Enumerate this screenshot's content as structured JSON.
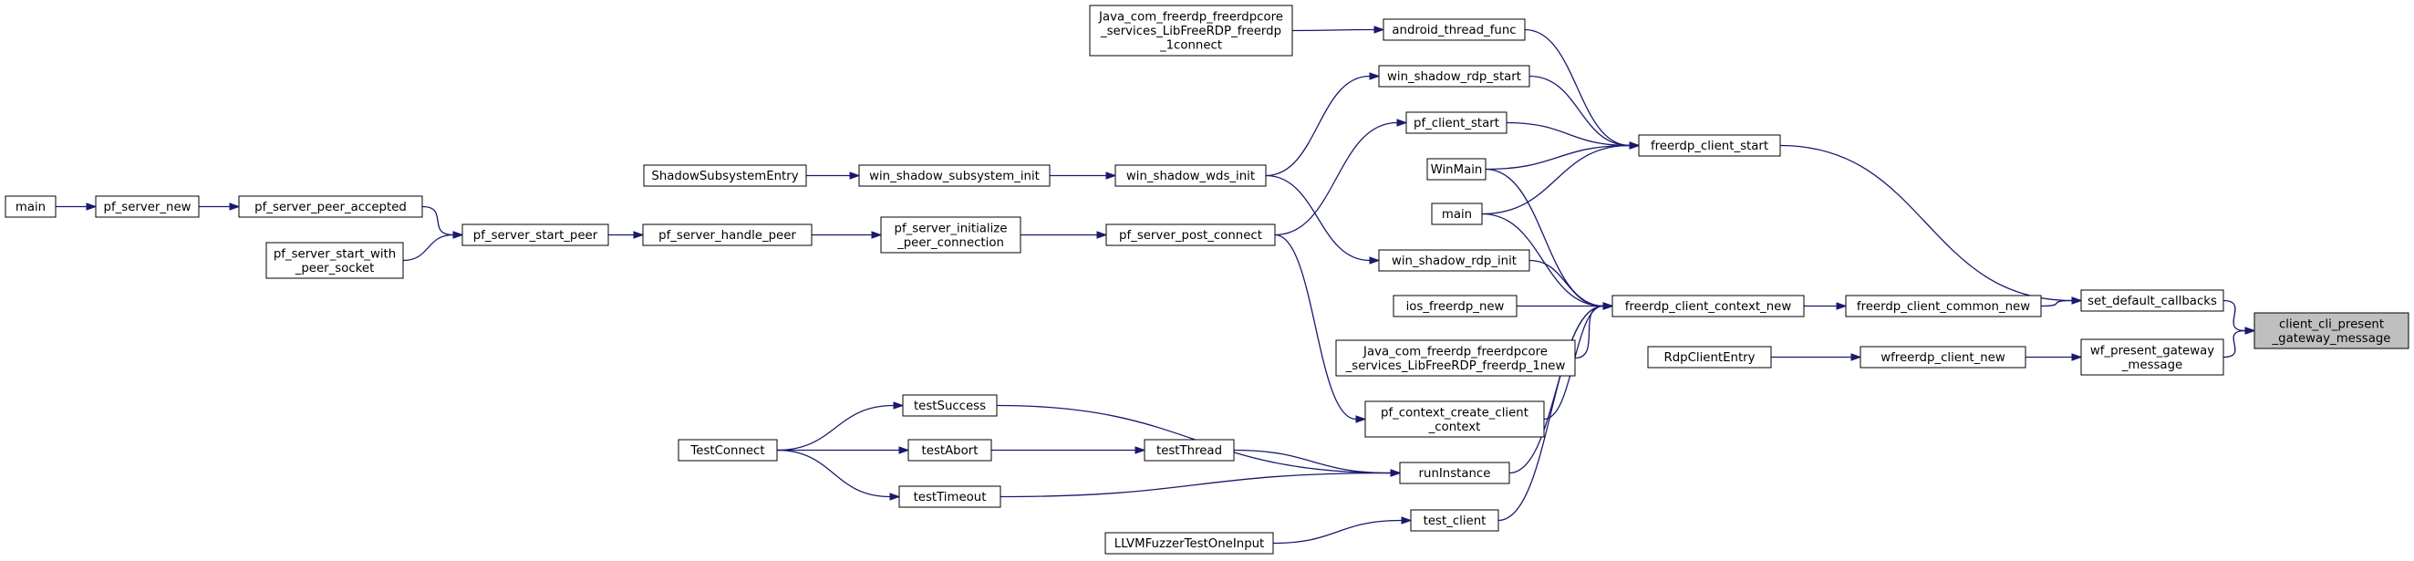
{
  "graph": {
    "nodes": [
      {
        "id": "client_cli_present_gateway_message",
        "lines": [
          "client_cli_present",
          "_gateway_message"
        ],
        "focus": true
      },
      {
        "id": "set_default_callbacks",
        "lines": [
          "set_default_callbacks"
        ]
      },
      {
        "id": "wf_present_gateway_message",
        "lines": [
          "wf_present_gateway",
          "_message"
        ]
      },
      {
        "id": "freerdp_client_start",
        "lines": [
          "freerdp_client_start"
        ]
      },
      {
        "id": "freerdp_client_common_new",
        "lines": [
          "freerdp_client_common_new"
        ]
      },
      {
        "id": "wfreerdp_client_new",
        "lines": [
          "wfreerdp_client_new"
        ]
      },
      {
        "id": "RdpClientEntry",
        "lines": [
          "RdpClientEntry"
        ]
      },
      {
        "id": "freerdp_client_context_new",
        "lines": [
          "freerdp_client_context_new"
        ]
      },
      {
        "id": "android_thread_func",
        "lines": [
          "android_thread_func"
        ]
      },
      {
        "id": "Java_connect",
        "lines": [
          "Java_com_freerdp_freerdpcore",
          "_services_LibFreeRDP_freerdp",
          "_1connect"
        ]
      },
      {
        "id": "win_shadow_rdp_start",
        "lines": [
          "win_shadow_rdp_start"
        ]
      },
      {
        "id": "pf_client_start",
        "lines": [
          "pf_client_start"
        ]
      },
      {
        "id": "WinMain",
        "lines": [
          "WinMain"
        ]
      },
      {
        "id": "main_top",
        "lines": [
          "main"
        ]
      },
      {
        "id": "win_shadow_wds_init",
        "lines": [
          "win_shadow_wds_init"
        ]
      },
      {
        "id": "win_shadow_subsystem_init",
        "lines": [
          "win_shadow_subsystem_init"
        ]
      },
      {
        "id": "ShadowSubsystemEntry",
        "lines": [
          "ShadowSubsystemEntry"
        ]
      },
      {
        "id": "pf_server_post_connect",
        "lines": [
          "pf_server_post_connect"
        ]
      },
      {
        "id": "pf_server_initialize_peer_connection",
        "lines": [
          "pf_server_initialize",
          "_peer_connection"
        ]
      },
      {
        "id": "pf_server_handle_peer",
        "lines": [
          "pf_server_handle_peer"
        ]
      },
      {
        "id": "pf_server_start_peer",
        "lines": [
          "pf_server_start_peer"
        ]
      },
      {
        "id": "pf_server_peer_accepted",
        "lines": [
          "pf_server_peer_accepted"
        ]
      },
      {
        "id": "pf_server_start_with_peer_socket",
        "lines": [
          "pf_server_start_with",
          "_peer_socket"
        ]
      },
      {
        "id": "pf_server_new",
        "lines": [
          "pf_server_new"
        ]
      },
      {
        "id": "main_left",
        "lines": [
          "main"
        ]
      },
      {
        "id": "win_shadow_rdp_init",
        "lines": [
          "win_shadow_rdp_init"
        ]
      },
      {
        "id": "ios_freerdp_new",
        "lines": [
          "ios_freerdp_new"
        ]
      },
      {
        "id": "Java_new",
        "lines": [
          "Java_com_freerdp_freerdpcore",
          "_services_LibFreeRDP_freerdp_1new"
        ]
      },
      {
        "id": "pf_context_create_client_context",
        "lines": [
          "pf_context_create_client",
          "_context"
        ]
      },
      {
        "id": "runInstance",
        "lines": [
          "runInstance"
        ]
      },
      {
        "id": "test_client",
        "lines": [
          "test_client"
        ]
      },
      {
        "id": "LLVMFuzzerTestOneInput",
        "lines": [
          "LLVMFuzzerTestOneInput"
        ]
      },
      {
        "id": "testThread",
        "lines": [
          "testThread"
        ]
      },
      {
        "id": "testSuccess",
        "lines": [
          "testSuccess"
        ]
      },
      {
        "id": "testAbort",
        "lines": [
          "testAbort"
        ]
      },
      {
        "id": "testTimeout",
        "lines": [
          "testTimeout"
        ]
      },
      {
        "id": "TestConnect",
        "lines": [
          "TestConnect"
        ]
      }
    ],
    "edges": [
      {
        "from": "set_default_callbacks",
        "to": "client_cli_present_gateway_message"
      },
      {
        "from": "wf_present_gateway_message",
        "to": "client_cli_present_gateway_message"
      },
      {
        "from": "freerdp_client_start",
        "to": "set_default_callbacks"
      },
      {
        "from": "freerdp_client_common_new",
        "to": "set_default_callbacks"
      },
      {
        "from": "wfreerdp_client_new",
        "to": "wf_present_gateway_message"
      },
      {
        "from": "RdpClientEntry",
        "to": "wfreerdp_client_new"
      },
      {
        "from": "freerdp_client_context_new",
        "to": "freerdp_client_common_new"
      },
      {
        "from": "android_thread_func",
        "to": "freerdp_client_start"
      },
      {
        "from": "Java_connect",
        "to": "android_thread_func"
      },
      {
        "from": "win_shadow_rdp_start",
        "to": "freerdp_client_start"
      },
      {
        "from": "pf_client_start",
        "to": "freerdp_client_start"
      },
      {
        "from": "WinMain",
        "to": "freerdp_client_start"
      },
      {
        "from": "main_top",
        "to": "freerdp_client_start"
      },
      {
        "from": "win_shadow_wds_init",
        "to": "win_shadow_rdp_start"
      },
      {
        "from": "pf_server_post_connect",
        "to": "pf_client_start"
      },
      {
        "from": "win_shadow_subsystem_init",
        "to": "win_shadow_wds_init"
      },
      {
        "from": "ShadowSubsystemEntry",
        "to": "win_shadow_subsystem_init"
      },
      {
        "from": "pf_server_initialize_peer_connection",
        "to": "pf_server_post_connect"
      },
      {
        "from": "pf_server_handle_peer",
        "to": "pf_server_initialize_peer_connection"
      },
      {
        "from": "pf_server_start_peer",
        "to": "pf_server_handle_peer"
      },
      {
        "from": "pf_server_peer_accepted",
        "to": "pf_server_start_peer"
      },
      {
        "from": "pf_server_start_with_peer_socket",
        "to": "pf_server_start_peer"
      },
      {
        "from": "pf_server_new",
        "to": "pf_server_peer_accepted"
      },
      {
        "from": "main_left",
        "to": "pf_server_new"
      },
      {
        "from": "win_shadow_wds_init",
        "to": "win_shadow_rdp_init"
      },
      {
        "from": "win_shadow_rdp_init",
        "to": "freerdp_client_context_new"
      },
      {
        "from": "WinMain",
        "to": "freerdp_client_context_new"
      },
      {
        "from": "main_top",
        "to": "freerdp_client_context_new"
      },
      {
        "from": "ios_freerdp_new",
        "to": "freerdp_client_context_new"
      },
      {
        "from": "Java_new",
        "to": "freerdp_client_context_new"
      },
      {
        "from": "pf_context_create_client_context",
        "to": "freerdp_client_context_new"
      },
      {
        "from": "runInstance",
        "to": "freerdp_client_context_new"
      },
      {
        "from": "test_client",
        "to": "freerdp_client_context_new"
      },
      {
        "from": "pf_server_post_connect",
        "to": "pf_context_create_client_context"
      },
      {
        "from": "LLVMFuzzerTestOneInput",
        "to": "test_client"
      },
      {
        "from": "testSuccess",
        "to": "runInstance"
      },
      {
        "from": "testThread",
        "to": "runInstance"
      },
      {
        "from": "testTimeout",
        "to": "runInstance"
      },
      {
        "from": "testAbort",
        "to": "testThread"
      },
      {
        "from": "TestConnect",
        "to": "testSuccess"
      },
      {
        "from": "TestConnect",
        "to": "testAbort"
      },
      {
        "from": "TestConnect",
        "to": "testTimeout"
      }
    ]
  }
}
